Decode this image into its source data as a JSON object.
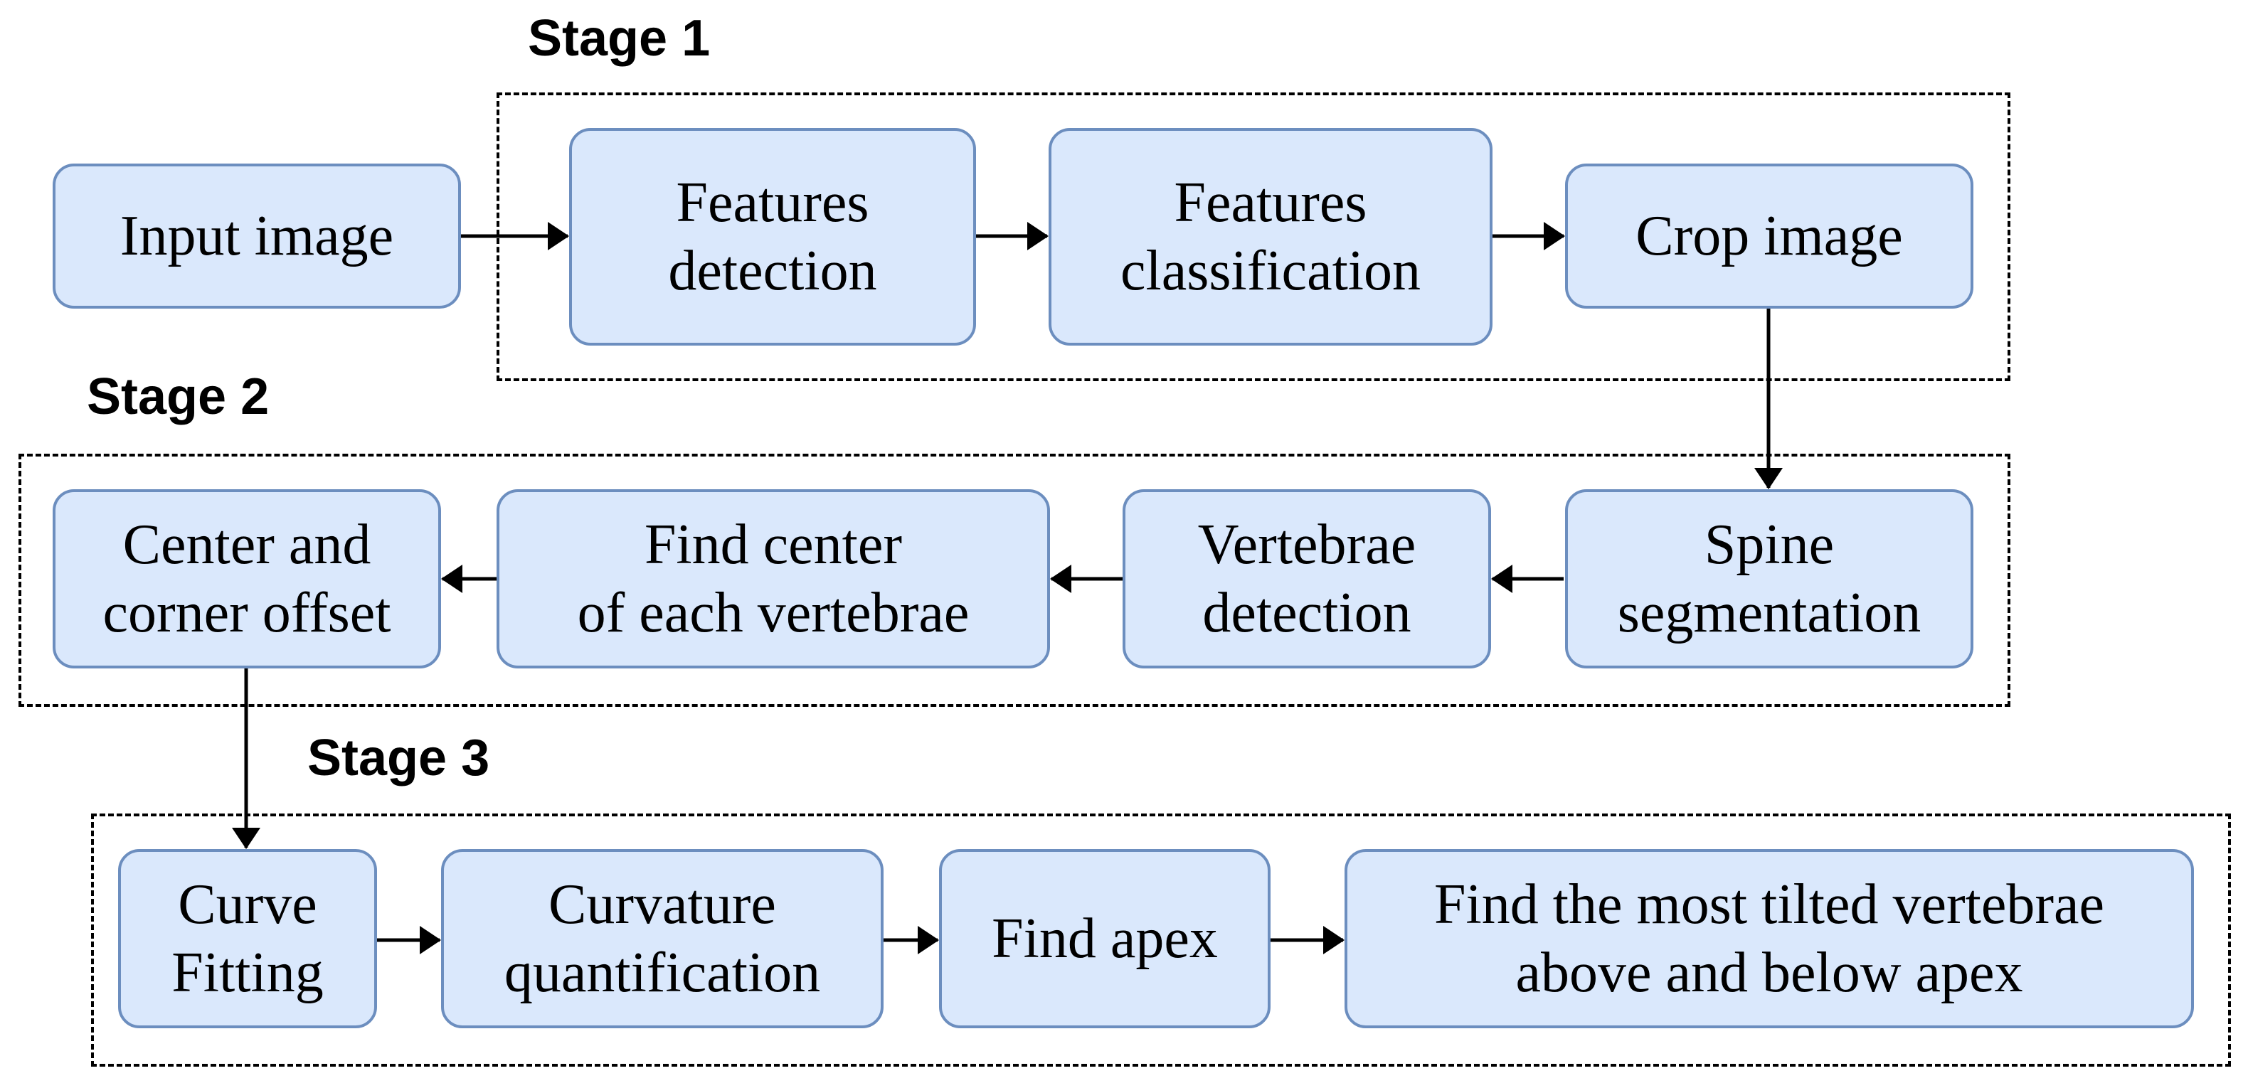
{
  "stages": [
    {
      "title": "Stage 1"
    },
    {
      "title": "Stage 2"
    },
    {
      "title": "Stage 3"
    }
  ],
  "nodes": {
    "input_image": "Input image",
    "features_detection": "Features\ndetection",
    "features_classification": "Features\nclassification",
    "crop_image": "Crop image",
    "spine_segmentation": "Spine\nsegmentation",
    "vertebrae_detection": "Vertebrae\ndetection",
    "find_center": "Find center\nof each vertebrae",
    "center_corner_offset": "Center and\ncorner offset",
    "curve_fitting": "Curve\nFitting",
    "curvature_quantification": "Curvature\nquantification",
    "find_apex": "Find apex",
    "most_tilted": "Find the most tilted vertebrae\nabove and below apex"
  },
  "colors": {
    "node_fill": "#dae8fc",
    "node_stroke": "#6c8ebf",
    "line": "#000000"
  }
}
